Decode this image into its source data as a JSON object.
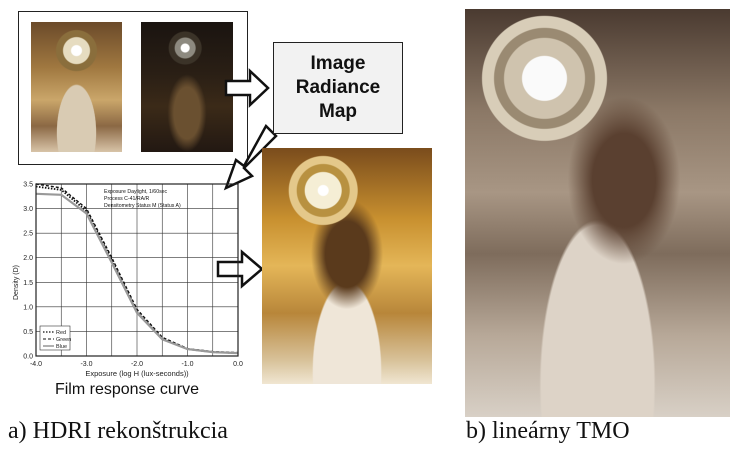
{
  "radiance_box": {
    "line1": "Image",
    "line2": "Radiance",
    "line3": "Map"
  },
  "chart_data": {
    "type": "line",
    "x": [
      -4.0,
      -3.5,
      -3.0,
      -2.5,
      -2.0,
      -1.5,
      -1.0,
      -0.5,
      0.0
    ],
    "series": [
      {
        "name": "Red",
        "values": [
          3.45,
          3.38,
          2.95,
          1.95,
          0.9,
          0.35,
          0.14,
          0.08,
          0.06
        ]
      },
      {
        "name": "Green",
        "values": [
          3.5,
          3.42,
          3.0,
          2.0,
          0.95,
          0.38,
          0.15,
          0.09,
          0.07
        ]
      },
      {
        "name": "Blue",
        "values": [
          3.3,
          3.28,
          2.9,
          1.9,
          0.88,
          0.34,
          0.14,
          0.08,
          0.06
        ]
      }
    ],
    "xticks": [
      "-4.0",
      "-3.0",
      "-2.0",
      "-1.0",
      "0.0"
    ],
    "yticks": [
      "0.0",
      "0.5",
      "1.0",
      "1.5",
      "2.0",
      "2.5",
      "3.0",
      "3.5"
    ],
    "xlim": [
      -4.0,
      0.0
    ],
    "ylim": [
      0.0,
      3.5
    ],
    "ylabel": "Density (D)",
    "xlabel": "Exposure (log H (lux-seconds))",
    "legend": [
      "Red",
      "Green",
      "Blue"
    ],
    "info_lines": [
      "Exposure      Daylight, 1/60sec",
      "Process       C-41/RA/R",
      "Densitometry  Status M (Status A)"
    ],
    "title": "Film response curve",
    "grid": true
  },
  "captions": {
    "left": "a) HDRI rekonštrukcia",
    "right": "b) lineárny TMO"
  }
}
